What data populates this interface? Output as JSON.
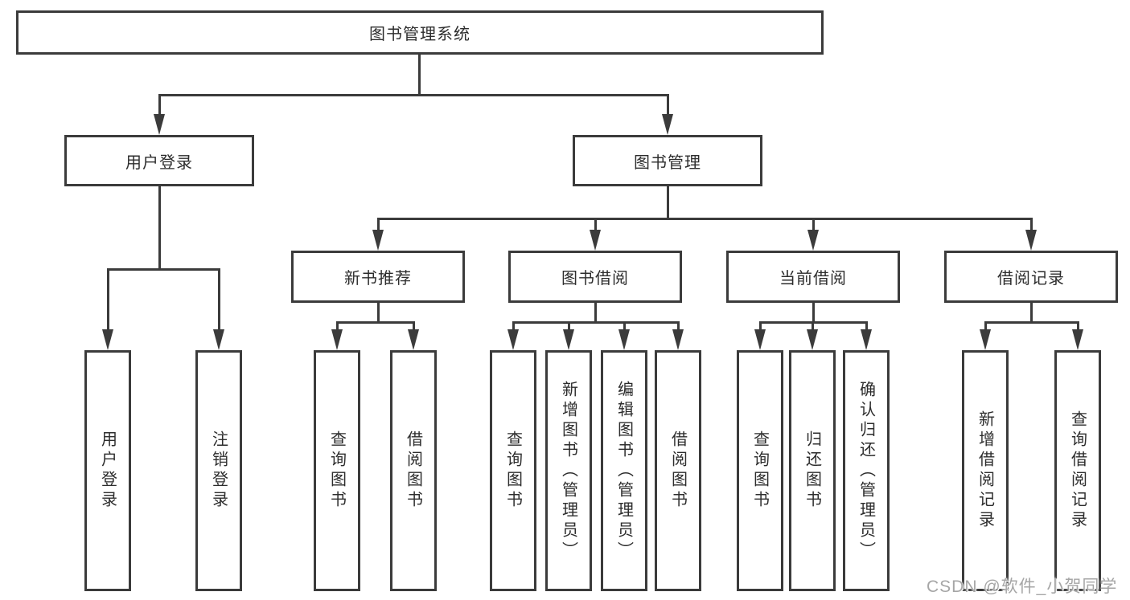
{
  "colors": {
    "background": "#ffffff",
    "box_border": "#3b3b3b",
    "connector_line": "#3b3b3b",
    "label_text": "#2d2d2d",
    "watermark_text": "#a6a6a6"
  },
  "watermark": {
    "text": "CSDN @软件_小贺同学"
  },
  "tree": {
    "label": "图书管理系统",
    "children": [
      {
        "label": "用户登录",
        "children": [
          {
            "label": "用户登录"
          },
          {
            "label": "注销登录"
          }
        ]
      },
      {
        "label": "图书管理",
        "children": [
          {
            "label": "新书推荐",
            "children": [
              {
                "label": "查询图书"
              },
              {
                "label": "借阅图书"
              }
            ]
          },
          {
            "label": "图书借阅",
            "children": [
              {
                "label": "查询图书"
              },
              {
                "label": "新增图书（管理员）"
              },
              {
                "label": "编辑图书（管理员）"
              },
              {
                "label": "借阅图书"
              }
            ]
          },
          {
            "label": "当前借阅",
            "children": [
              {
                "label": "查询图书"
              },
              {
                "label": "归还图书"
              },
              {
                "label": "确认归还（管理员）"
              }
            ]
          },
          {
            "label": "借阅记录",
            "children": [
              {
                "label": "新增借阅记录"
              },
              {
                "label": "查询借阅记录"
              }
            ]
          }
        ]
      }
    ]
  }
}
